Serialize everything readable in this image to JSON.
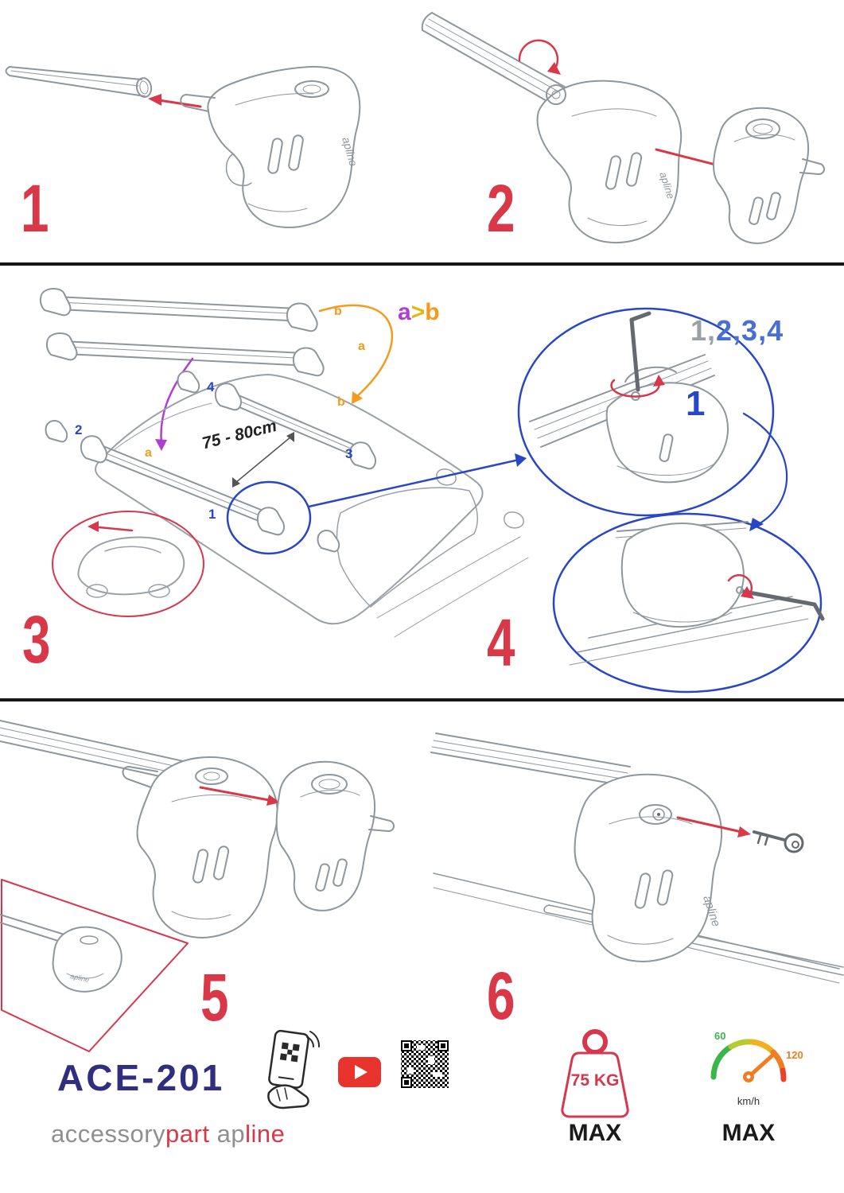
{
  "steps": {
    "s1": "1",
    "s2": "2",
    "s3": "3",
    "s4": "4",
    "s5": "5",
    "s6": "6"
  },
  "middle": {
    "formula": {
      "a": "a",
      "gt": ">",
      "b": "b"
    },
    "sequence": {
      "gray": "1,",
      "blue": "2,3,4"
    },
    "callout_number": "1",
    "measurement": "75 - 80cm",
    "stack_labels": {
      "top": "b",
      "bottom": "a"
    },
    "roof_labels": {
      "front": "a",
      "rear": "b"
    },
    "positions": {
      "p1": "1",
      "p2": "2",
      "p3": "3",
      "p4": "4"
    }
  },
  "drawings": {
    "brand_on_part": "apline"
  },
  "footer": {
    "model": "ACE-201",
    "brand": {
      "part1": "accessory",
      "part2": "part",
      "part3": "ap",
      "part4": "line"
    },
    "weight": {
      "value": "75 KG",
      "max": "MAX"
    },
    "speed": {
      "low": "60",
      "high": "120",
      "unit": "km/h",
      "max": "MAX"
    }
  },
  "icons": [
    "phone-qr-scan-icon",
    "youtube-play-icon",
    "qr-code-icon",
    "weight-max-icon",
    "speedometer-icon"
  ],
  "colors": {
    "accent_red": "#d93848",
    "callout_blue": "#2947c5",
    "purple": "#b03ecf",
    "orange": "#f59a1a",
    "yellow": "#e0b90c",
    "line_gray": "#8f969c",
    "navy_model": "#312e80",
    "brand_gray": "#8f8f8f",
    "speed_green": "#3cb54a",
    "speed_orange": "#ef7d23"
  }
}
